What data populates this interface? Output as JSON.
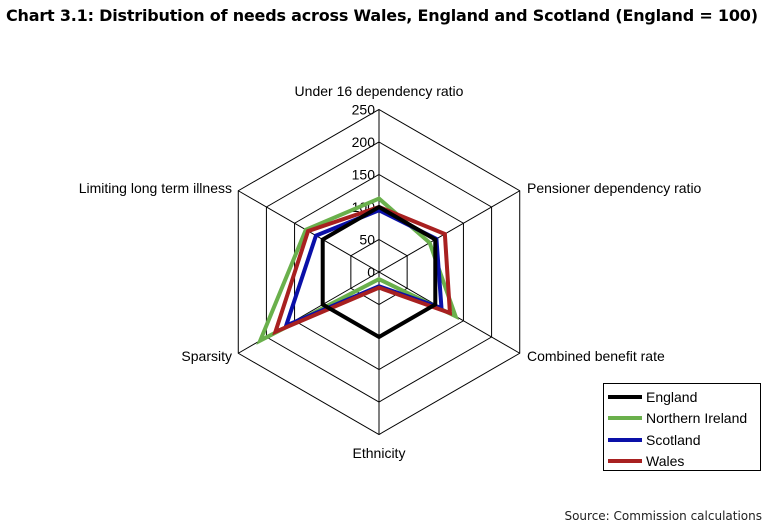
{
  "title": "Chart 3.1: Distribution of needs across Wales, England and Scotland (England = 100)",
  "source": "Source: Commission calculations",
  "chart_data": {
    "type": "radar",
    "title": "Chart 3.1: Distribution of needs across Wales, England and Scotland (England = 100)",
    "axes": [
      "Under 16 dependency ratio",
      "Pensioner dependency ratio",
      "Combined benefit rate",
      "Ethnicity",
      "Sparsity",
      "Limiting long term illness"
    ],
    "ticks": [
      "0",
      "50",
      "100",
      "150",
      "200",
      "250"
    ],
    "tick_values": [
      0,
      50,
      100,
      150,
      200,
      250
    ],
    "range": [
      0,
      250
    ],
    "legend_position": "bottom-right",
    "series": [
      {
        "name": "England",
        "color": "#000000",
        "values": [
          100,
          100,
          100,
          100,
          100,
          100
        ]
      },
      {
        "name": "Northern Ireland",
        "color": "#6ab04c",
        "values": [
          113,
          90,
          136,
          11,
          211,
          130
        ]
      },
      {
        "name": "Scotland",
        "color": "#0a10a8",
        "values": [
          95,
          102,
          111,
          22,
          165,
          112
        ]
      },
      {
        "name": "Wales",
        "color": "#a82020",
        "values": [
          100,
          117,
          126,
          24,
          184,
          126
        ]
      }
    ]
  }
}
